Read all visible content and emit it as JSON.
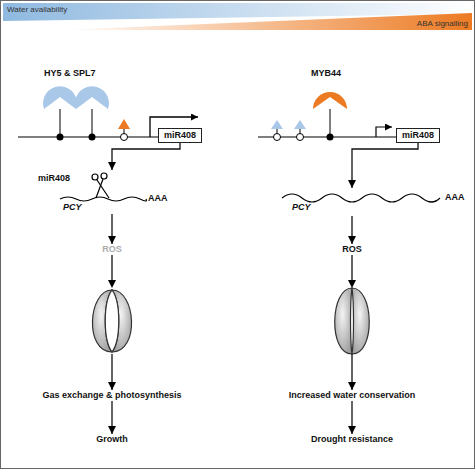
{
  "diagram": {
    "nodes": [
      {
        "text": [
          "miR408"
        ]
      },
      {
        "text": [
          "miR408"
        ]
      },
      {
        "text": [
          "PCY",
          "AAA"
        ]
      },
      {
        "text": [
          "ROS"
        ]
      },
      {
        "text": [
          "Gas exchange & photosynthesis"
        ]
      },
      {
        "text": [
          "Growth"
        ]
      },
      {
        "text": [
          "miR408"
        ]
      },
      {
        "text": [
          "PCY",
          "AAA"
        ]
      },
      {
        "text": [
          "ROS"
        ]
      },
      {
        "text": [
          "Increased water conservation"
        ]
      },
      {
        "text": [
          "Drought resistance"
        ]
      }
    ],
    "edges": [
      {
        "from": 0,
        "to": 1,
        "arrow": "to"
      },
      {
        "from": 2,
        "to": 3,
        "arrow": "to"
      },
      {
        "from": 3,
        "to": 4,
        "arrow": "to"
      },
      {
        "from": 4,
        "to": 5,
        "arrow": "to"
      },
      {
        "from": 6,
        "to": 7,
        "arrow": "to"
      },
      {
        "from": 7,
        "to": 8,
        "arrow": "to"
      },
      {
        "from": 8,
        "to": 9,
        "arrow": "to"
      },
      {
        "from": 9,
        "to": 10,
        "arrow": "to"
      }
    ],
    "labels": [
      "Water availability",
      "ABA signalling",
      "HY5 & SPL7",
      "MYB44"
    ]
  }
}
